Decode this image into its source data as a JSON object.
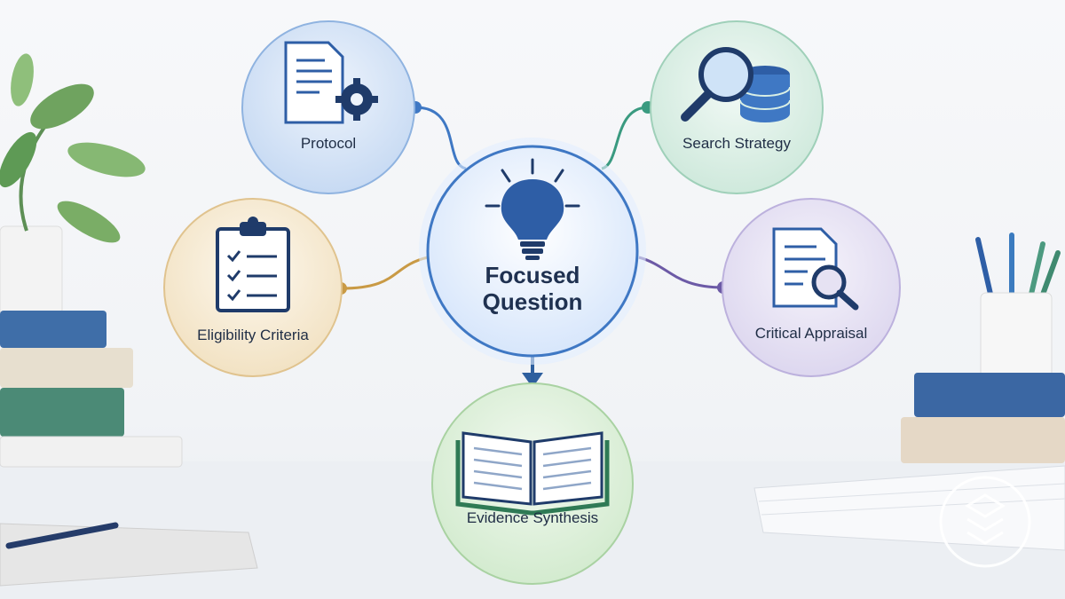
{
  "diagram": {
    "center": {
      "label_line1": "Focused",
      "label_line2": "Question"
    },
    "nodes": {
      "protocol": {
        "label": "Protocol",
        "color": "#cfe0f5"
      },
      "search_strategy": {
        "label": "Search Strategy",
        "color": "#d9efe5"
      },
      "eligibility_criteria": {
        "label": "Eligibility Criteria",
        "color": "#f6ead2"
      },
      "critical_appraisal": {
        "label": "Critical Appraisal",
        "color": "#e6e2f3"
      },
      "evidence_synthesis": {
        "label": "Evidence Synthesis",
        "color": "#dcefd9"
      }
    },
    "connector_colors": {
      "protocol": "#3f78c4",
      "search_strategy": "#3a9a80",
      "eligibility_criteria": "#c99a45",
      "critical_appraisal": "#6c5aa6",
      "evidence_synthesis": "#2e5f9e"
    },
    "icons": {
      "center": "lightbulb-icon",
      "protocol": "document-gear-icon",
      "search_strategy": "magnifier-database-icon",
      "eligibility_criteria": "clipboard-checklist-icon",
      "critical_appraisal": "document-magnifier-icon",
      "evidence_synthesis": "open-book-icon"
    }
  }
}
